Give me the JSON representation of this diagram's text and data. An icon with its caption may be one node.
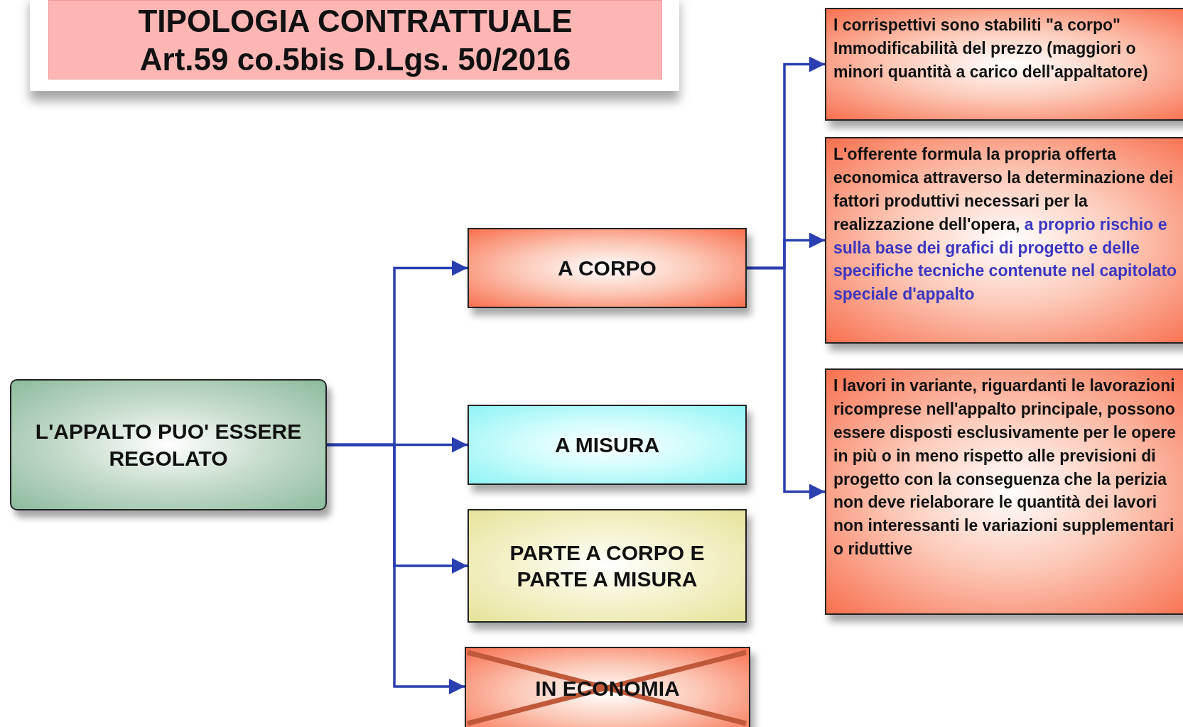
{
  "diagram": {
    "title": "TIPOLOGIA CONTRATTUALE Art.59 co.5bis D.Lgs. 50/2016",
    "nodes": [
      {
        "text": [
          "L'APPALTO PUO' ESSERE REGOLATO"
        ]
      },
      {
        "text": [
          "A CORPO"
        ]
      },
      {
        "text": [
          "A MISURA"
        ]
      },
      {
        "text": [
          "PARTE A CORPO E PARTE A MISURA"
        ]
      },
      {
        "text": [
          "IN ECONOMIA"
        ]
      },
      {
        "text": [
          "I corrispettivi sono stabiliti \"a corpo\" Immodificabilità del prezzo (maggiori o minori quantità a carico dell'appaltatore)"
        ]
      },
      {
        "text": [
          "L'offerente formula la propria offerta economica attraverso la determinazione dei fattori produttivi necessari per la realizzazione dell'opera, *a proprio rischio e sulla base dei grafici di progetto e delle specifiche tecniche contenute nel capitolato speciale d'appalto*"
        ]
      },
      {
        "text": [
          "I lavori in variante, riguardanti le lavorazioni ricomprese nell'appalto principale, possono essere disposti esclusivamente per le opere in più o in meno rispetto alle previsioni di progetto con la conseguenza che la perizia non deve rielaborare le quantità dei lavori non interessanti le variazioni supplementari o riduttive"
        ]
      }
    ],
    "edges": [
      {
        "from": 0,
        "to": 1,
        "arrow": "to"
      },
      {
        "from": 0,
        "to": 2,
        "arrow": "to"
      },
      {
        "from": 0,
        "to": 3,
        "arrow": "to"
      },
      {
        "from": 0,
        "to": 4,
        "arrow": "to"
      },
      {
        "from": 1,
        "to": 5,
        "arrow": "to"
      },
      {
        "from": 1,
        "to": 6,
        "arrow": "to"
      },
      {
        "from": 1,
        "to": 7,
        "arrow": "to"
      }
    ]
  }
}
